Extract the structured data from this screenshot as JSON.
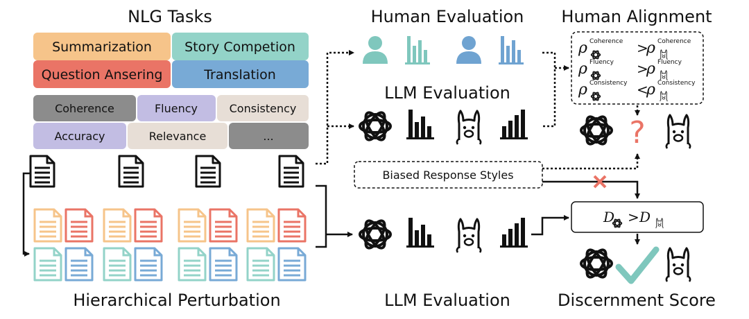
{
  "titles": {
    "nlg_tasks": "NLG Tasks",
    "human_evaluation": "Human Evaluation",
    "human_alignment": "Human Alignment",
    "llm_evaluation_top": "LLM Evaluation",
    "llm_evaluation_bottom": "LLM Evaluation",
    "hierarchical_perturbation": "Hierarchical Perturbation",
    "discernment_score": "Discernment Score"
  },
  "tasks": [
    "Summarization",
    "Story Competion",
    "Question Ansering",
    "Translation"
  ],
  "criteria": [
    "Coherence",
    "Fluency",
    "Consistency",
    "Accuracy",
    "Relevance",
    "..."
  ],
  "biased": "Biased Response Styles",
  "alignment": {
    "rho": "ρ",
    "rows": [
      {
        "criterion": "Coherence",
        "op": ">"
      },
      {
        "criterion": "Fluency",
        "op": ">"
      },
      {
        "criterion": "Consistency",
        "op": "<"
      }
    ]
  },
  "discernment": {
    "d": "D",
    "op": ">"
  },
  "question_mark": "?",
  "colors": {
    "summarization": "#f6c48a",
    "story": "#93d3c8",
    "question": "#ea7466",
    "translation": "#78aad6",
    "coherence": "#8c8c8c",
    "fluency": "#c2bde3",
    "consistency": "#e7ded6",
    "accuracy": "#c2bde3",
    "relevance": "#e7ded6",
    "ellipsis": "#8c8c8c",
    "human_teal": "#7fc7bd",
    "human_blue": "#6fa3d1",
    "question_red": "#ea7466",
    "check": "#7fc7bd"
  }
}
